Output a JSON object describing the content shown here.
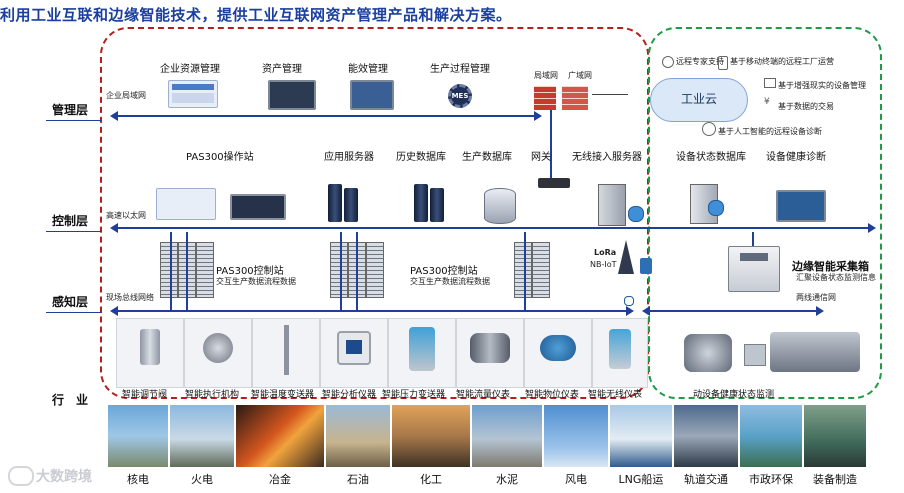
{
  "title": "利用工业互联和边缘智能技术，提供工业互联网资产管理产品和解决方案。",
  "layers": {
    "management": "管理层",
    "control": "控制层",
    "sensing": "感知层",
    "industry": "行　业"
  },
  "management": {
    "enterprise_net": "企业局域网",
    "apps": [
      "企业资源管理",
      "资产管理",
      "能效管理",
      "生产过程管理"
    ],
    "mes": "MES",
    "lan": "局域网",
    "wan": "广域网"
  },
  "cloud": {
    "label": "工业云",
    "remote_support": "远程专家支持",
    "mobile_ops": "基于移动终端的远程工厂运营",
    "onsite_mgmt": "基于增强现实的设备管理",
    "data_trade": "基于数据的交易",
    "ai_diag": "基于人工智能的远程设备诊断"
  },
  "control": {
    "station_label": "PAS300操作站",
    "high_speed_net": "高速以太网",
    "servers": [
      "应用服务器",
      "历史数据库",
      "生产数据库",
      "网关",
      "无线接入服务器"
    ],
    "edge_servers": [
      "设备状态数据库",
      "设备健康诊断"
    ]
  },
  "control_stations": [
    {
      "title": "PAS300控制站",
      "subtitle": "交互生产数据流程数据"
    },
    {
      "title": "PAS300控制站",
      "subtitle": "交互生产数据流程数据"
    }
  ],
  "sensing": {
    "field_bus": "现场总线网络",
    "wireless_net": "两线通信网",
    "lora": "LoRa",
    "nbiot": "NB-IoT",
    "edge_box_title": "边缘智能采集箱",
    "edge_box_subtitle": "汇聚设备状态监测信息"
  },
  "instruments": [
    "智能调节阀",
    "智能执行机构",
    "智能温度变送器",
    "智能分析仪器",
    "智能压力变送器",
    "智能流量仪表",
    "智能物位仪表",
    "智能无线仪表"
  ],
  "monitoring": "动设备健康状态监测",
  "industries": [
    "核电",
    "火电",
    "冶金",
    "石油",
    "化工",
    "水泥",
    "风电",
    "LNG船运",
    "轨道交通",
    "市政环保",
    "装备制造"
  ],
  "watermark": "大数跨境",
  "colors": {
    "bus_blue": "#1f3f99",
    "red_zone": "#b51f1f",
    "green_zone": "#1f9a46",
    "title_blue": "#1a3fa0"
  }
}
